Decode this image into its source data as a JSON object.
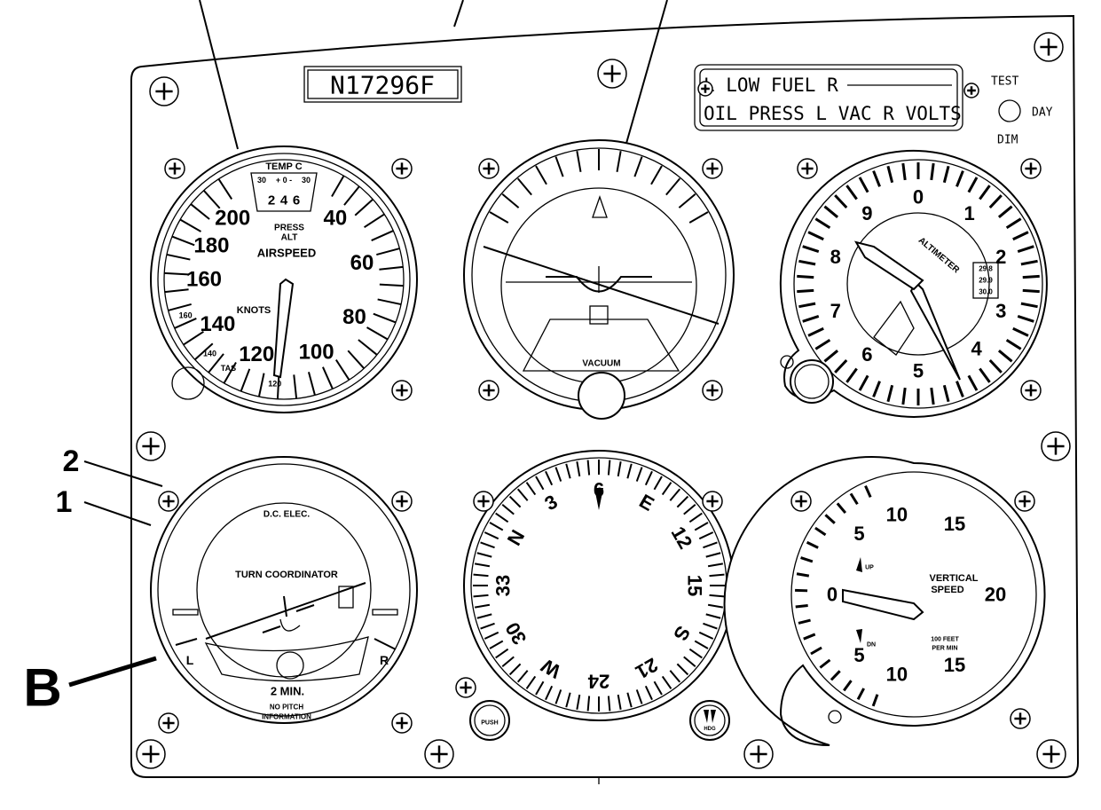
{
  "callouts": {
    "one": "1",
    "two": "2",
    "b": "B"
  },
  "registration": "N17296F",
  "annunciator": {
    "line1": "L LOW FUEL R",
    "line2": "OIL PRESS L VAC R VOLTS",
    "test": "TEST",
    "day": "DAY",
    "dim": "DIM"
  },
  "airspeed": {
    "title": "AIRSPEED",
    "units": "KNOTS",
    "temp_label": "TEMP C",
    "temp_scale": [
      "30",
      "+ 0 -",
      "30"
    ],
    "press_alt_digits": [
      "2",
      "4",
      "6"
    ],
    "press_label": "PRESS",
    "alt_label": "ALT",
    "scale": [
      "40",
      "60",
      "80",
      "100",
      "120",
      "140",
      "160",
      "180",
      "200"
    ],
    "tas_label": "TAS",
    "tas_scale": [
      "120",
      "140",
      "160"
    ]
  },
  "attitude": {
    "label": "VACUUM"
  },
  "altimeter": {
    "title": "ALTIMETER",
    "digits": [
      "0",
      "1",
      "2",
      "3",
      "4",
      "5",
      "6",
      "7",
      "8",
      "9"
    ],
    "kollsman": [
      "29.8",
      "29.9",
      "30.0"
    ]
  },
  "turn": {
    "power": "D.C. ELEC.",
    "title": "TURN COORDINATOR",
    "left": "L",
    "right": "R",
    "rate": "2 MIN.",
    "note1": "NO PITCH",
    "note2": "INFORMATION"
  },
  "heading": {
    "card": [
      "N",
      "3",
      "6",
      "E",
      "12",
      "15",
      "S",
      "21",
      "24",
      "W",
      "30",
      "33"
    ],
    "heading_deg": 60,
    "push": "PUSH",
    "hdg": "HDG"
  },
  "vsi": {
    "title1": "VERTICAL",
    "title2": "SPEED",
    "units1": "100 FEET",
    "units2": "PER MIN",
    "up": "UP",
    "dn": "DN",
    "scale": [
      "0",
      "5",
      "10",
      "15",
      "20",
      "15",
      "10",
      "5"
    ]
  }
}
